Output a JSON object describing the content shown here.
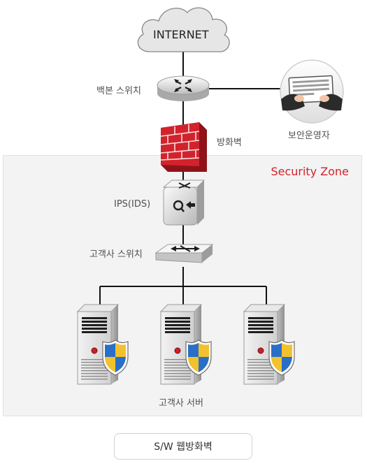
{
  "internet": {
    "label": "INTERNET"
  },
  "backbone_switch": {
    "label": "백본 스위치"
  },
  "security_operator": {
    "label": "보안운영자"
  },
  "firewall": {
    "label": "방화벽"
  },
  "zone": {
    "label": "Security Zone"
  },
  "ips": {
    "label": "IPS(IDS)"
  },
  "customer_switch": {
    "label": "고객사 스위치"
  },
  "servers": {
    "label": "고객사 서버",
    "count": 3
  },
  "caption": {
    "label": "S/W 웹방화벽"
  },
  "colors": {
    "zone_label": "#d4232b",
    "firewall": "#c8202a",
    "zone_bg": "#f3f3f3",
    "line": "#111111"
  },
  "icons": [
    "cloud-icon",
    "router-icon",
    "operator-laptop-icon",
    "firewall-icon",
    "ips-icon",
    "switch-icon",
    "server-icon",
    "shield-icon"
  ]
}
